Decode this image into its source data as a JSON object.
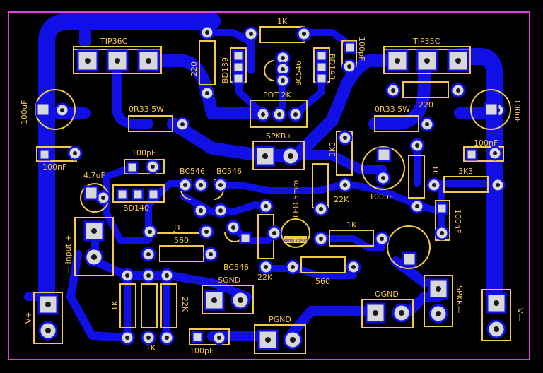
{
  "labels": {
    "tip36c": "TIP36C",
    "tip35c": "TIP35C",
    "r1k_top": "1K",
    "r220_left": "220",
    "bd139": "BD139",
    "bc546_top": "BC546",
    "bd140_top": "BD140",
    "c100pf_top": "100pF",
    "c100uf_left": "100uF",
    "c100uf_right": "100uF",
    "pot2k": "POT 2K",
    "r220_right": "220",
    "or33_left": "0R33 5W",
    "or33_right": "0R33 5W",
    "spkr_plus": "SPKR+",
    "r3k3_a": "3K3",
    "r3k3_b": "3K3",
    "c100nf_left": "100nF",
    "c100nf_right": "100nF",
    "c100pf_mid": "100pF",
    "c47uf": "4.7uF",
    "bd140_bottom": "BD140",
    "bc546_a": "BC546",
    "bc546_b": "BC546",
    "bc546_c": "BC546",
    "c100uf_mid": "100uF",
    "r10": "10",
    "r22k_a": "22K",
    "r22k_b": "22K",
    "r22k_c": "22K",
    "led5mm": "LED 5mm",
    "r1k_mid": "1K",
    "j1": "J1",
    "r560_a": "560",
    "r560_b": "560",
    "c100nf_vert": "100nF",
    "input": "— Input +",
    "sgnd": "SGND",
    "ognd": "OGND",
    "pgnd": "PGND",
    "spkr_minus": "SPKR—",
    "v_plus": "V+",
    "v_minus": "V—",
    "r1k_bl1": "1K",
    "r1k_bl2": "1K",
    "c100pf_bottom": "100pF",
    "logo": "Martin's SMPS"
  },
  "colors": {
    "board": "#000000",
    "copper": "#1010e6",
    "silkscreen": "#f2c94c",
    "outline": "#e040e0",
    "pad": "#d8d8d8"
  }
}
